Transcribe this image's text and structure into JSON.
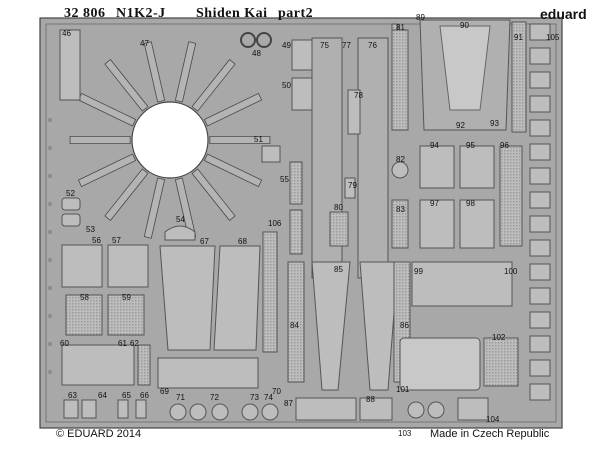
{
  "header": {
    "set_number": "32 806",
    "model": "N1K2-J",
    "name": "Shiden Kai",
    "part": "part2",
    "brand": "eduard"
  },
  "footer": {
    "copyright": "© EDUARD 2014",
    "origin": "Made in Czech Republic"
  },
  "parts": [
    {
      "num": "46"
    },
    {
      "num": "47"
    },
    {
      "num": "48"
    },
    {
      "num": "49"
    },
    {
      "num": "50"
    },
    {
      "num": "51"
    },
    {
      "num": "52"
    },
    {
      "num": "53"
    },
    {
      "num": "54"
    },
    {
      "num": "55"
    },
    {
      "num": "56"
    },
    {
      "num": "57"
    },
    {
      "num": "58"
    },
    {
      "num": "59"
    },
    {
      "num": "60"
    },
    {
      "num": "61"
    },
    {
      "num": "62"
    },
    {
      "num": "63"
    },
    {
      "num": "64"
    },
    {
      "num": "65"
    },
    {
      "num": "66"
    },
    {
      "num": "67"
    },
    {
      "num": "68"
    },
    {
      "num": "69"
    },
    {
      "num": "70"
    },
    {
      "num": "71"
    },
    {
      "num": "72"
    },
    {
      "num": "73"
    },
    {
      "num": "74"
    },
    {
      "num": "75"
    },
    {
      "num": "76"
    },
    {
      "num": "77"
    },
    {
      "num": "78"
    },
    {
      "num": "79"
    },
    {
      "num": "80"
    },
    {
      "num": "81"
    },
    {
      "num": "82"
    },
    {
      "num": "83"
    },
    {
      "num": "84"
    },
    {
      "num": "85"
    },
    {
      "num": "86"
    },
    {
      "num": "87"
    },
    {
      "num": "88"
    },
    {
      "num": "89"
    },
    {
      "num": "90"
    },
    {
      "num": "91"
    },
    {
      "num": "92"
    },
    {
      "num": "93"
    },
    {
      "num": "94"
    },
    {
      "num": "95"
    },
    {
      "num": "96"
    },
    {
      "num": "97"
    },
    {
      "num": "98"
    },
    {
      "num": "99"
    },
    {
      "num": "100"
    },
    {
      "num": "101"
    },
    {
      "num": "102"
    },
    {
      "num": "103"
    },
    {
      "num": "104"
    },
    {
      "num": "105"
    },
    {
      "num": "106"
    }
  ],
  "colors": {
    "fret": "#a8a8a8",
    "part": "#bdbdbd",
    "outline": "#5a5a5a",
    "ink": "#111111"
  }
}
